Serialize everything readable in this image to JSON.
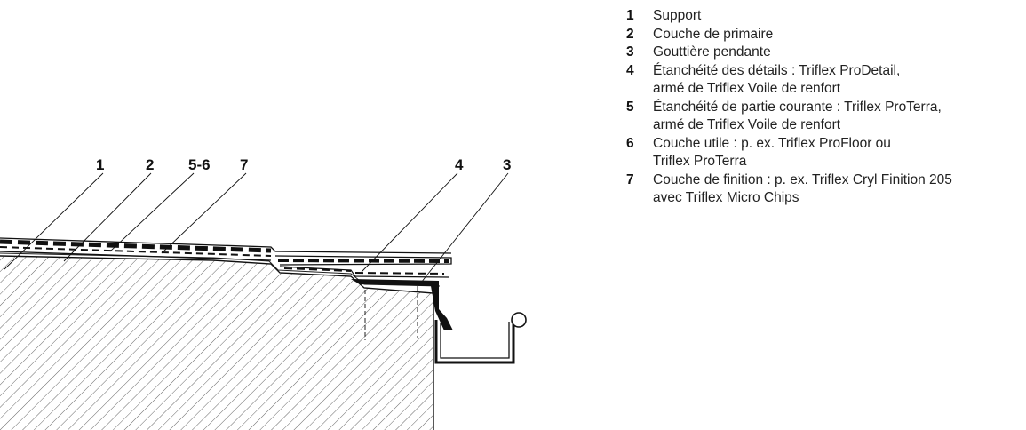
{
  "callouts": {
    "c1": "1",
    "c2": "2",
    "c56": "5-6",
    "c7": "7",
    "c4": "4",
    "c3": "3"
  },
  "legend": [
    {
      "num": "1",
      "text": "Support"
    },
    {
      "num": "2",
      "text": "Couche de primaire"
    },
    {
      "num": "3",
      "text": "Gouttière pendante"
    },
    {
      "num": "4",
      "text": "Étanchéité des détails : Triflex ProDetail,\narmé de Triflex Voile de renfort"
    },
    {
      "num": "5",
      "text": "Étanchéité de partie courante : Triflex ProTerra,\narmé de Triflex Voile de renfort"
    },
    {
      "num": "6",
      "text": "Couche utile : p. ex. Triflex ProFloor ou\nTriflex ProTerra"
    },
    {
      "num": "7",
      "text": "Couche de finition : p. ex. Triflex Cryl Finition 205\navec Triflex Micro Chips"
    }
  ],
  "colors": {
    "ink": "#111111",
    "membrane": "#1a1a1a",
    "hatch": "#555555"
  }
}
